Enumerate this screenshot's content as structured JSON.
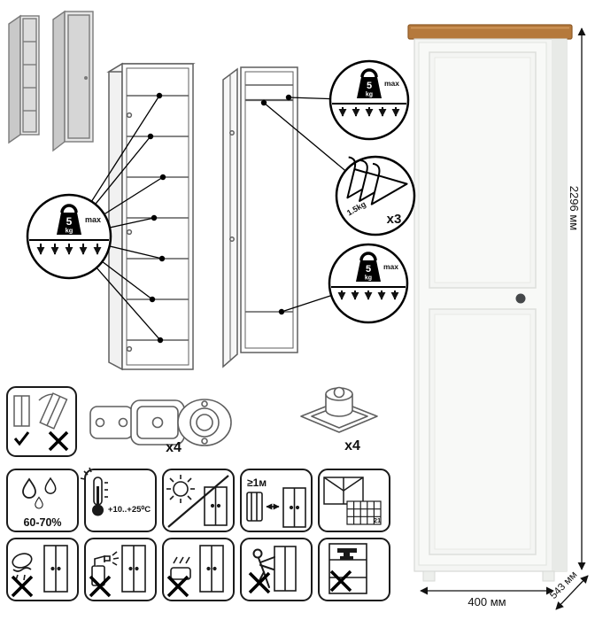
{
  "badges": {
    "shelf_load": {
      "value": "5",
      "unit": "kg",
      "suffix": "max"
    },
    "hanger_load": {
      "weight": "1.5kg",
      "count": "x3"
    }
  },
  "hardware": {
    "hinge_count": "x4",
    "foot_count": "x4"
  },
  "care": {
    "humidity": "60-70%",
    "temperature": "+10..+25⁰C",
    "distance": "≥1м",
    "tile_number": "21"
  },
  "dimensions": {
    "height": "2296 мм",
    "width": "400 мм",
    "depth": "543 мм"
  }
}
